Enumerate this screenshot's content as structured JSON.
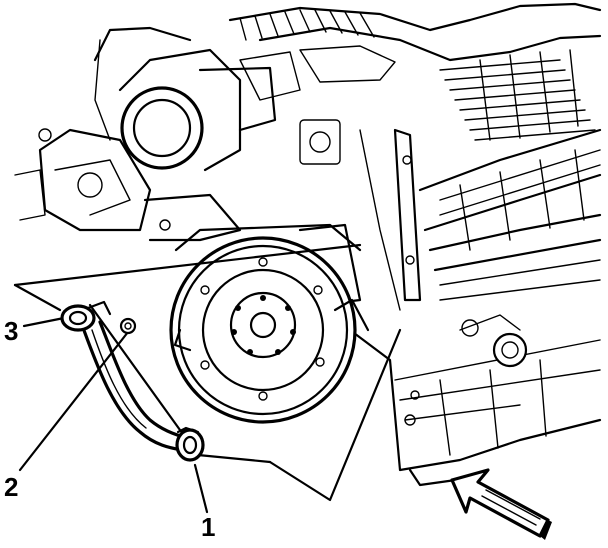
{
  "callouts": [
    {
      "id": "1",
      "label": "1"
    },
    {
      "id": "2",
      "label": "2"
    },
    {
      "id": "3",
      "label": "3"
    }
  ],
  "colors": {
    "ink": "#000000",
    "paper": "#ffffff"
  },
  "icons": {
    "direction": "view-direction-arrow-icon"
  }
}
